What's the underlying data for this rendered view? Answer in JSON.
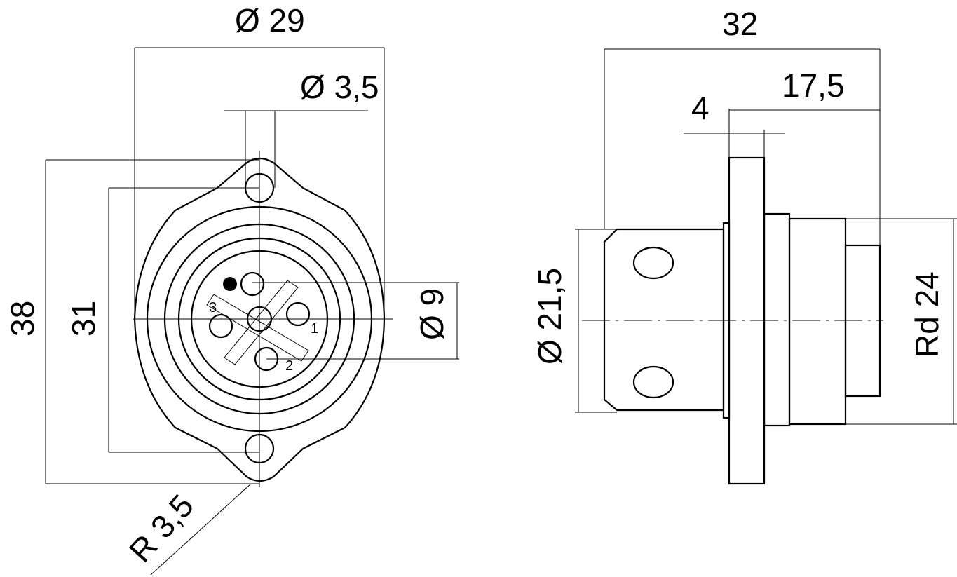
{
  "front_view": {
    "dia_29": "Ø 29",
    "dia_3_5": "Ø 3,5",
    "dia_9": "Ø 9",
    "height_38": "38",
    "height_31": "31",
    "radius": "R 3,5",
    "pins": [
      "1",
      "2",
      "3"
    ]
  },
  "side_view": {
    "length_32": "32",
    "length_17_5": "17,5",
    "flange_4": "4",
    "dia_21_5": "Ø 21,5",
    "thread": "Rd 24"
  }
}
